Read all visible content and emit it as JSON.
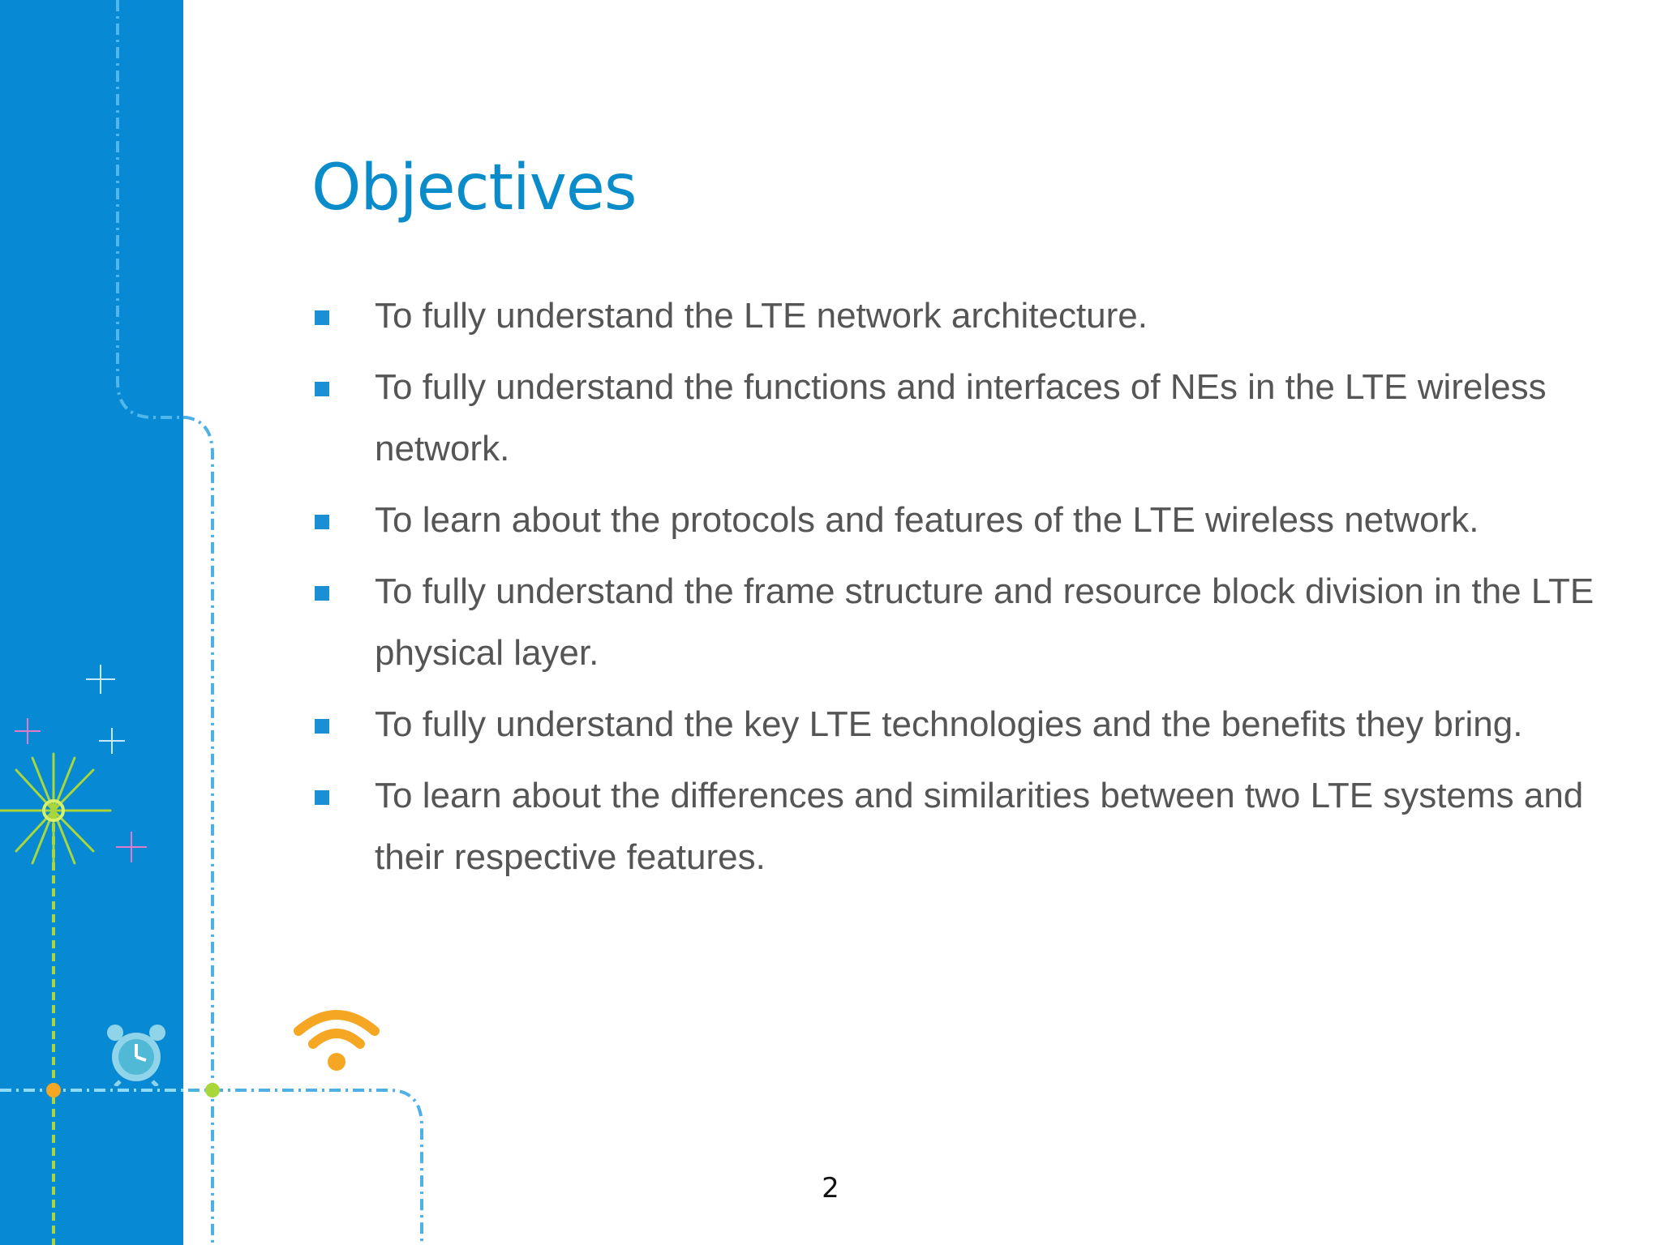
{
  "slide": {
    "title": "Objectives",
    "objectives": [
      "To fully understand the LTE network architecture.",
      "To fully understand the functions and interfaces of NEs in the LTE wireless network.",
      "To learn about the protocols and features of the LTE wireless network.",
      "To fully understand the frame structure and resource block division in the LTE physical layer.",
      "To fully understand the key LTE technologies and the benefits they bring.",
      "To learn about the differences and similarities between two LTE systems and their respective features."
    ],
    "page_number": "2"
  },
  "decorations": {
    "icons": [
      "wifi-icon",
      "alarm-clock-icon",
      "sparkle-icon"
    ]
  },
  "colors": {
    "band": "#0789d3",
    "title": "#0a8ccb",
    "bullet": "#1a8fd3",
    "body_text": "#555555",
    "wifi": "#f5a623",
    "dash_line": "#4fb0e6"
  }
}
